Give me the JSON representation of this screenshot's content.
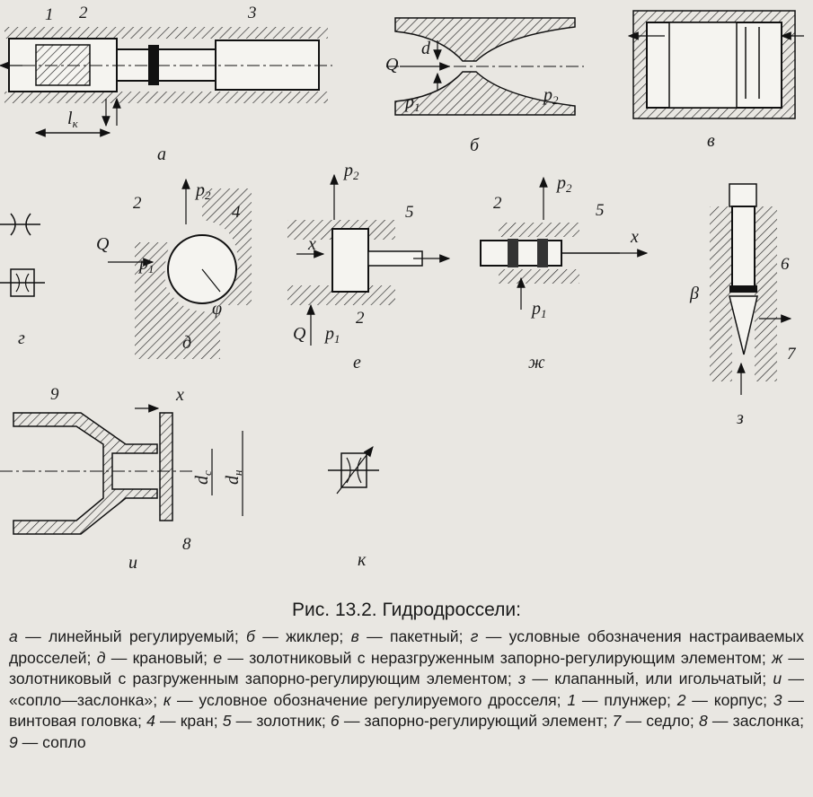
{
  "figure": {
    "panel_letters": [
      "а",
      "б",
      "в",
      "г",
      "д",
      "е",
      "ж",
      "з",
      "и",
      "к"
    ],
    "part_numbers": [
      "1",
      "2",
      "3",
      "2",
      "4",
      "5",
      "2",
      "2",
      "5",
      "6",
      "7",
      "9",
      "8"
    ],
    "symbols": {
      "Q": "Q",
      "p1": "p",
      "p1_sub": "1",
      "p2": "p",
      "p2_sub": "2",
      "d": "d",
      "lk": "l",
      "lk_sub": "к",
      "x": "x",
      "phi": "φ",
      "beta": "β",
      "dc": "d",
      "dc_sub": "c",
      "dn": "d",
      "dn_sub": "н"
    }
  },
  "caption": "Рис. 13.2. Гидродроссели:",
  "legend": [
    {
      "key": "а",
      "text": " — линейный регулируемый; "
    },
    {
      "key": "б",
      "text": " — жиклер; "
    },
    {
      "key": "в",
      "text": " — пакетный; "
    },
    {
      "key": "г",
      "text": " — условные обозначения настраиваемых дросселей; "
    },
    {
      "key": "д",
      "text": " — крановый; "
    },
    {
      "key": "е",
      "text": " — золотниковый с неразгруженным запорно-регулирующим элементом; "
    },
    {
      "key": "ж",
      "text": " — золотниковый с разгруженным запорно-регулирующим элементом; "
    },
    {
      "key": "з",
      "text": " — клапанный, или игольчатый; "
    },
    {
      "key": "и",
      "text": " — «сопло—заслонка»; "
    },
    {
      "key": "к",
      "text": " — условное обозначение регулируемого дросселя; "
    },
    {
      "key": "1",
      "text": " — плунжер; "
    },
    {
      "key": "2",
      "text": " — корпус; "
    },
    {
      "key": "3",
      "text": " — винтовая головка; "
    },
    {
      "key": "4",
      "text": " — кран; "
    },
    {
      "key": "5",
      "text": " — золотник; "
    },
    {
      "key": "6",
      "text": " — запорно-регулирующий элемент; "
    },
    {
      "key": "7",
      "text": " — седло; "
    },
    {
      "key": "8",
      "text": " — заслонка; "
    },
    {
      "key": "9",
      "text": " — сопло"
    }
  ]
}
